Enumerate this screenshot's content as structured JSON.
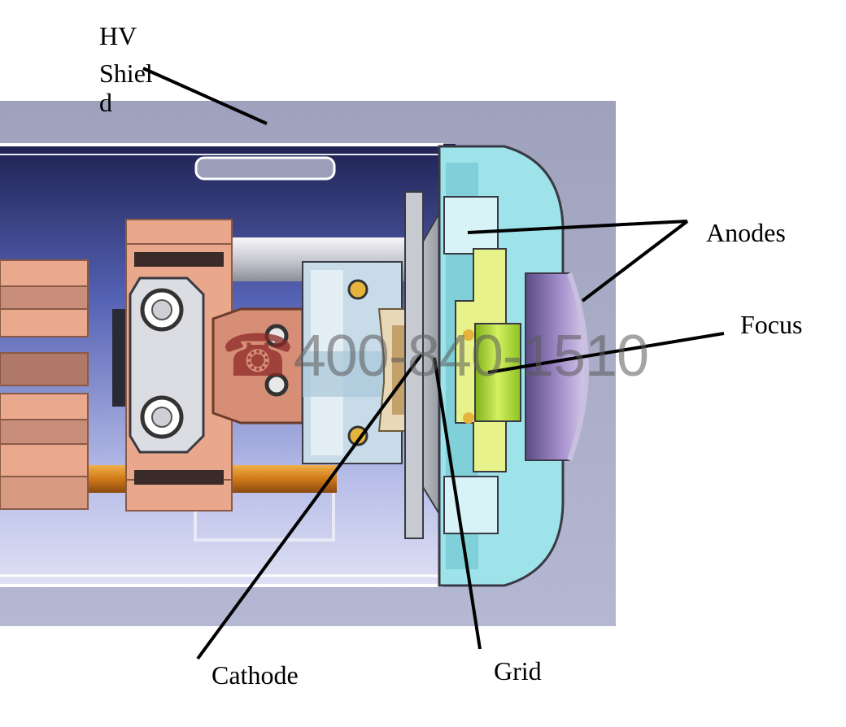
{
  "labels": {
    "hv": "HV",
    "shield": "Shiel",
    "d": "d",
    "anodes": "Anodes",
    "focus": "Focus",
    "cathode": "Cathode",
    "grid": "Grid"
  },
  "watermark": {
    "phone": "400-840-1510",
    "icon": "telephone-icon"
  },
  "colors": {
    "shield_gray": "#a9adc6",
    "housing_blue": "#6f7fd0",
    "copper": "#e6a98e",
    "orange_rod": "#d4821e",
    "cyan_cap": "#9fe3ea",
    "focus_green": "#b7e63a",
    "lens_purple": "#9a86c2"
  }
}
